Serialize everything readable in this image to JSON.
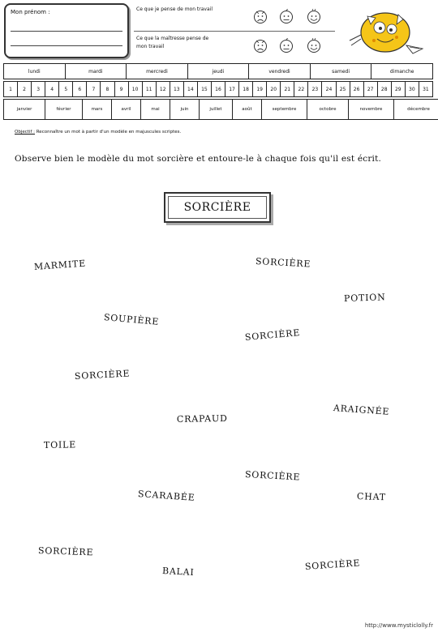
{
  "header": {
    "name_label": "Mon prénom :",
    "eval_self": "Ce que je pense de mon travail",
    "eval_teacher": "Ce que la maîtresse pense de mon travail"
  },
  "calendar": {
    "days": [
      "lundi",
      "mardi",
      "mercredi",
      "jeudi",
      "vendredi",
      "samedi",
      "dimanche"
    ],
    "numbers": [
      "1",
      "2",
      "3",
      "4",
      "5",
      "6",
      "7",
      "8",
      "9",
      "10",
      "11",
      "12",
      "13",
      "14",
      "15",
      "16",
      "17",
      "18",
      "19",
      "20",
      "21",
      "22",
      "23",
      "24",
      "25",
      "26",
      "27",
      "28",
      "29",
      "30",
      "31"
    ],
    "months": [
      "janvier",
      "février",
      "mars",
      "avril",
      "mai",
      "juin",
      "juillet",
      "août",
      "septembre",
      "octobre",
      "novembre",
      "décembre"
    ]
  },
  "objective": {
    "label": "Objectif :",
    "text": "Reconnaître un mot à partir d'un modèle en majuscules scriptes."
  },
  "instruction": "Observe bien le modèle du mot sorcière et entoure-le à chaque fois qu'il est écrit.",
  "model_word": "SORCIÈRE",
  "words": [
    "SORCIÈRE",
    "MARMITE",
    "POTION",
    "SOUPIÈRE",
    "SORCIÈRE",
    "SORCIÈRE",
    "ARAIGNÉE",
    "CRAPAUD",
    "TOILE",
    "SORCIÈRE",
    "SCARABÉE",
    "CHAT",
    "SORCIÈRE",
    "BALAI",
    "SORCIÈRE"
  ],
  "footer": "http://www.mysticlolly.fr"
}
